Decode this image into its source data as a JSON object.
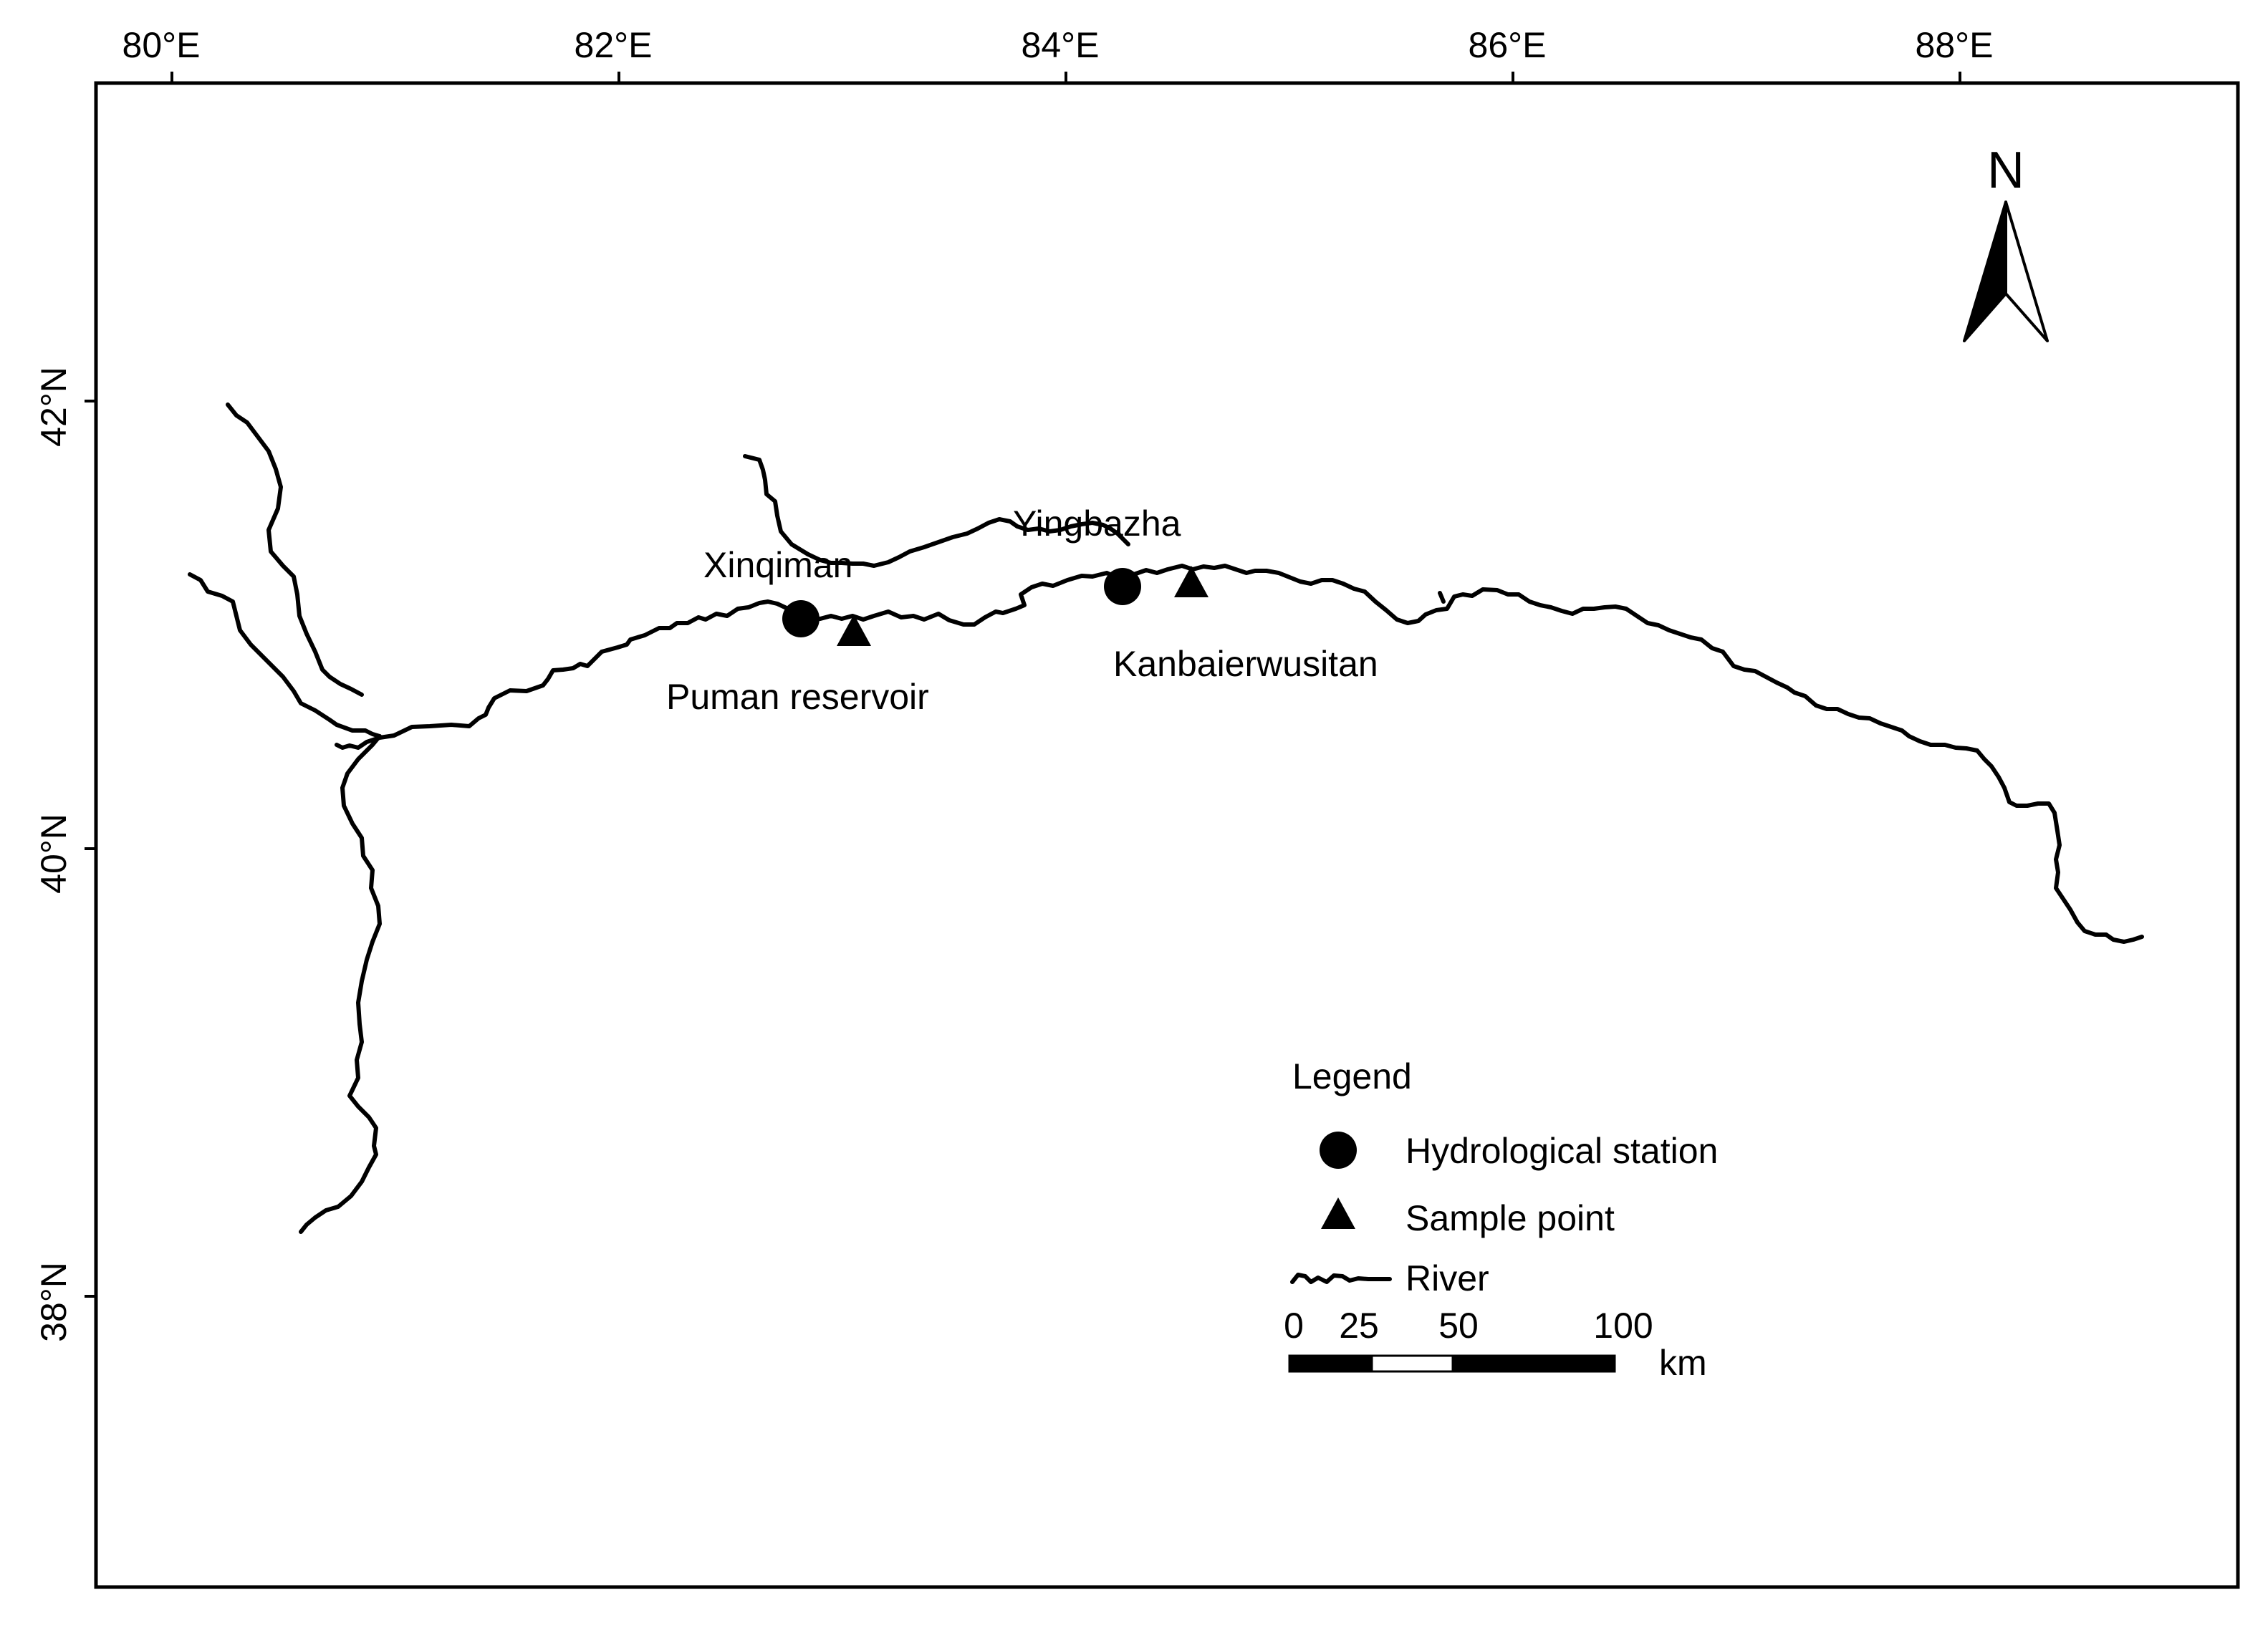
{
  "map": {
    "x_ticks": [
      "80°E",
      "82°E",
      "84°E",
      "86°E",
      "88°E"
    ],
    "y_ticks": [
      "42°N",
      "40°N",
      "38°N"
    ],
    "north_label": "N",
    "places": {
      "xinqiman": "Xinqiman",
      "yingbazha": "Yingbazha",
      "puman": "Puman reservoir",
      "kanbaierwusitan": "Kanbaierwusitan"
    },
    "legend": {
      "title": "Legend",
      "items": [
        "Hydrological station",
        "Sample point",
        "River"
      ]
    },
    "scale_bar": {
      "labels": [
        "0",
        "25",
        "50",
        "100"
      ],
      "unit": "km"
    },
    "colors": {
      "ink": "#000000",
      "background": "#ffffff"
    }
  }
}
